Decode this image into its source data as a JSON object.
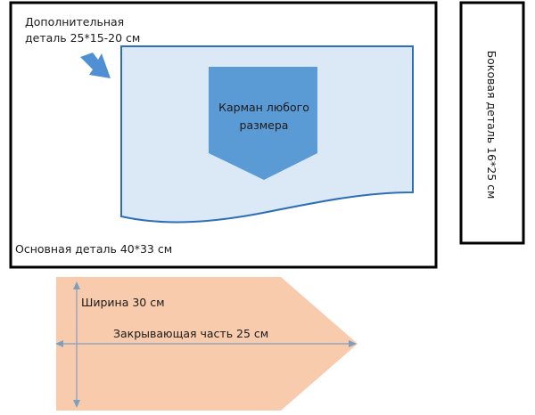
{
  "main_part": {
    "label": "Основная деталь 40*33 см"
  },
  "extra_part": {
    "label_line1": "Дополнительная",
    "label_line2": "деталь 25*15-20 см"
  },
  "pocket": {
    "label_line1": "Карман любого",
    "label_line2": "размера"
  },
  "side_part": {
    "label": "Боковая деталь 16*25 см"
  },
  "closing_part": {
    "width_label": "Ширина 30 см",
    "length_label": "Закрывающая часть 25 см"
  },
  "colors": {
    "outline": "#000000",
    "extra_fill": "#dbe8f6",
    "extra_stroke": "#2e6eb6",
    "pocket_fill": "#5b9bd5",
    "closing_fill": "#f8cbad",
    "dimension_line": "#7f9fbf",
    "arrow_fill": "#4f8fd4"
  }
}
